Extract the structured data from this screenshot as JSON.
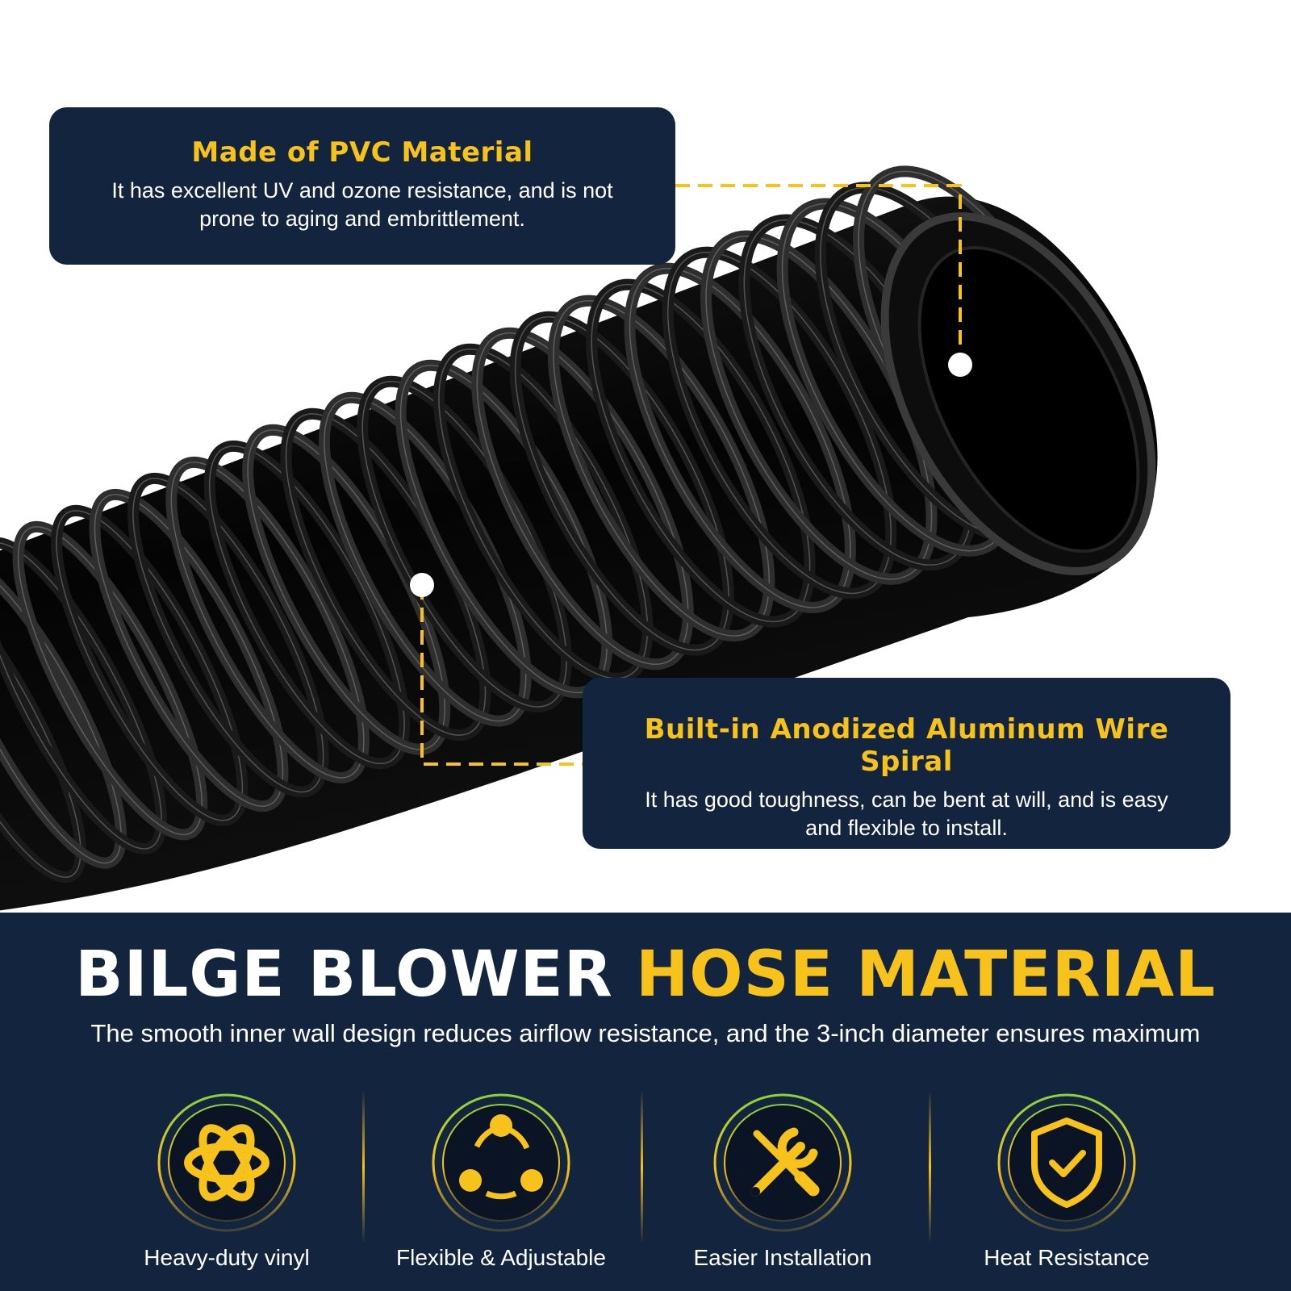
{
  "callouts": {
    "pvc": {
      "title": "Made of PVC Material",
      "desc_line1": "It has excellent UV and ozone resistance, and is not",
      "desc_line2": "prone to aging and embrittlement."
    },
    "wire": {
      "title": "Built-in Anodized Aluminum Wire Spiral",
      "desc_line1": "It has good toughness, can be bent at will, and is easy",
      "desc_line2": "and flexible to install."
    }
  },
  "headline": {
    "part1": "BILGE BLOWER",
    "part2": "HOSE MATERIAL"
  },
  "subline": "The smooth inner wall design reduces airflow resistance, and the 3-inch diameter ensures maximum",
  "features": [
    {
      "label": "Heavy-duty vinyl",
      "icon": "atom-icon"
    },
    {
      "label": "Flexible & Adjustable",
      "icon": "connected-nodes-icon"
    },
    {
      "label": "Easier Installation",
      "icon": "wrench-screwdriver-icon"
    },
    {
      "label": "Heat Resistance",
      "icon": "shield-check-icon"
    }
  ],
  "colors": {
    "navy": "#13243f",
    "accent_yellow": "#f8c21c",
    "ring_green": "#8bd23a",
    "hose_black": "#050505"
  }
}
